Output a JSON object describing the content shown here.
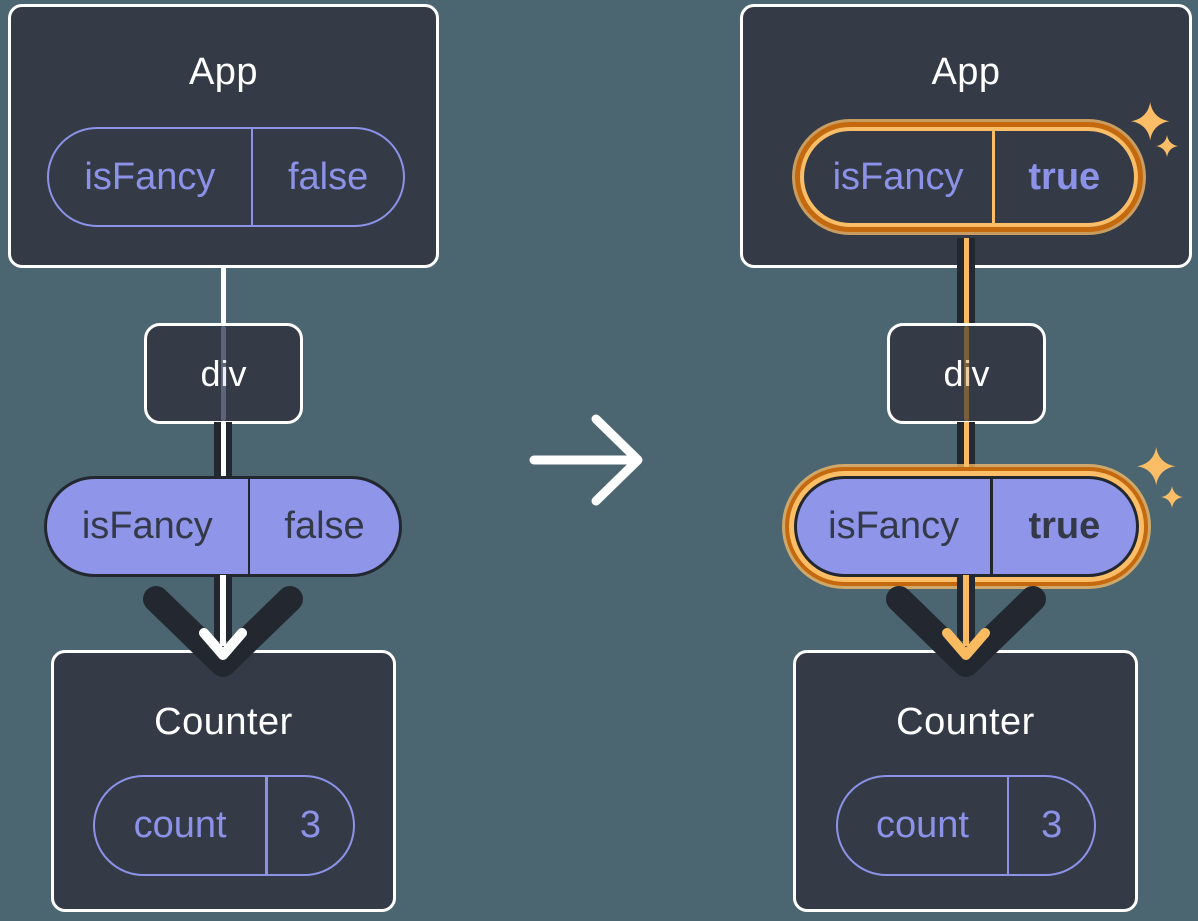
{
  "left_tree": {
    "app": {
      "title": "App",
      "prop_pill": {
        "key": "isFancy",
        "value": "false"
      },
      "highlighted": false
    },
    "middle_node": {
      "label": "div"
    },
    "passed_pill": {
      "key": "isFancy",
      "value": "false",
      "highlighted": false
    },
    "counter": {
      "title": "Counter",
      "state_pill": {
        "key": "count",
        "value": "3"
      }
    }
  },
  "right_tree": {
    "app": {
      "title": "App",
      "prop_pill": {
        "key": "isFancy",
        "value": "true"
      },
      "highlighted": true
    },
    "middle_node": {
      "label": "div"
    },
    "passed_pill": {
      "key": "isFancy",
      "value": "true",
      "highlighted": true
    },
    "counter": {
      "title": "Counter",
      "state_pill": {
        "key": "count",
        "value": "3"
      }
    }
  },
  "icons": {
    "transition": "right-arrow",
    "highlight": "sparkles"
  },
  "colors": {
    "background": "#4C6671",
    "card_fill": "#343B47",
    "card_border": "#FFFFFF",
    "accent_purple": "#8B92E8",
    "purple_pill_fill": "#8F95E9",
    "pill_text_dark": "#333947",
    "edge_dark": "#232830",
    "flow_line_left": "#FFFFFF",
    "flow_line_right": "#FABB60",
    "highlight_orange_light": "#FBBE67",
    "highlight_orange_dark": "#C4690E"
  }
}
